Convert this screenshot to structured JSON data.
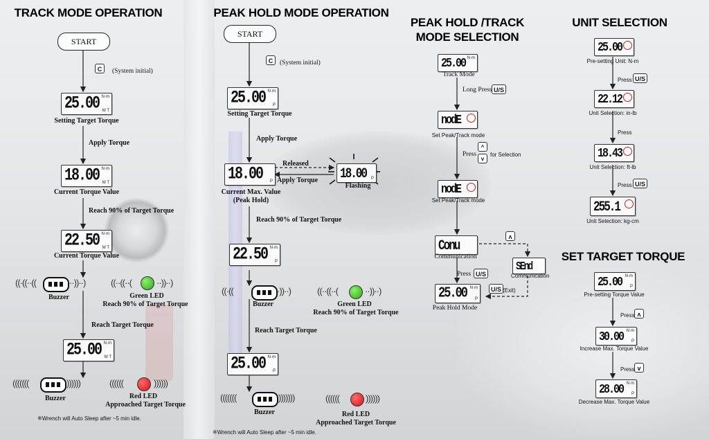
{
  "headings": {
    "track": "TRACK MODE OPERATION",
    "peak": "PEAK HOLD MODE OPERATION",
    "selection_1": "PEAK HOLD /TRACK",
    "selection_2": "MODE SELECTION",
    "unit": "UNIT SELECTION",
    "target": "SET TARGET TORQUE"
  },
  "track": {
    "start": "START",
    "key_c": "C",
    "system_initial": "(System initial)",
    "lcd1": "25.00",
    "label1": "Setting Target Torque",
    "apply": "Apply Torque",
    "lcd2": "18.00",
    "label2": "Current Torque Value",
    "reach90": "Reach 90% of  Target Torque",
    "lcd3": "22.50",
    "label3": "Current Torque Value",
    "buzzer": "Buzzer",
    "green_led": "Green LED",
    "green_reach": "Reach 90% of Target Torque",
    "reach_target": "Reach Target Torque",
    "lcd4": "25.00",
    "buzzer2": "Buzzer",
    "red_led": "Red LED",
    "red_reach": "Approached Target Torque",
    "note": "※Wrench will Auto Sleep after ~5 min idle."
  },
  "peak": {
    "start": "START",
    "key_c": "C",
    "system_initial": "(System initial)",
    "lcd1": "25.00",
    "label1": "Setting Target Torque",
    "apply": "Apply Torque",
    "lcd2": "18.00",
    "released": "Released",
    "apply2": "Apply Torque",
    "lcd_flash": "18.00",
    "flashing": "Flashing",
    "label2a": "Current Max. Value",
    "label2b": "(Peak Hold)",
    "reach90": "Reach 90% of  Target Torque",
    "lcd3": "22.50",
    "buzzer": "Buzzer",
    "green_led": "Green LED",
    "green_reach": "Reach 90% of Target Torque",
    "reach_target": "Reach Target Torque",
    "lcd4": "25.00",
    "buzzer2": "Buzzer",
    "red_led": "Red LED",
    "red_reach": "Approached Target Torque",
    "note": "※Wrench will Auto Sleep after ~5 min idle."
  },
  "mode": {
    "lcd1": "25.00",
    "label1": "Track Mode",
    "long_press": "Long Press",
    "key_us": "U/S",
    "lcd2": "nodE",
    "label2": "Set Peak/Track mode",
    "press": "Press",
    "for_selection": "for Selection",
    "lcd3": "nodE",
    "label3": "Set Peak/Track mode",
    "lcd4": "Conu",
    "label4": "Communication",
    "key_up": "ʌ",
    "lcd_send": "SEnd",
    "label_send": "Communication",
    "press2": "Press",
    "key_us2": "U/S",
    "lcd5": "25.00",
    "label5": "Peak Hold Mode",
    "key_us_exit": "U/S",
    "exit": "(Exit)"
  },
  "unit": {
    "lcd1": "25.00",
    "label1": "Pre-setting Unit: N-m",
    "press1": "Press",
    "key1": "U/S",
    "lcd2": "22.12",
    "label2": "Unit Selection: in-lb",
    "press2": "Press",
    "lcd3": "18.43",
    "label3": "Unit Selection: ft-lb",
    "press3": "Press",
    "key3": "U/S",
    "lcd4": "255.1",
    "label4": "Unit Selection: kg-cm"
  },
  "target": {
    "lcd1": "25.00",
    "label1": "Pre-setting Torque Value",
    "press1": "Press",
    "key1": "ʌ",
    "lcd2": "30.00",
    "label2": "Increase Max. Torque Value",
    "press2": "Press",
    "key2": "v",
    "lcd3": "28.00",
    "label3": "Decrease Max. Torque Value"
  },
  "units": {
    "nm": "N·m",
    "mark": "M  T",
    "mark_p": "P"
  }
}
